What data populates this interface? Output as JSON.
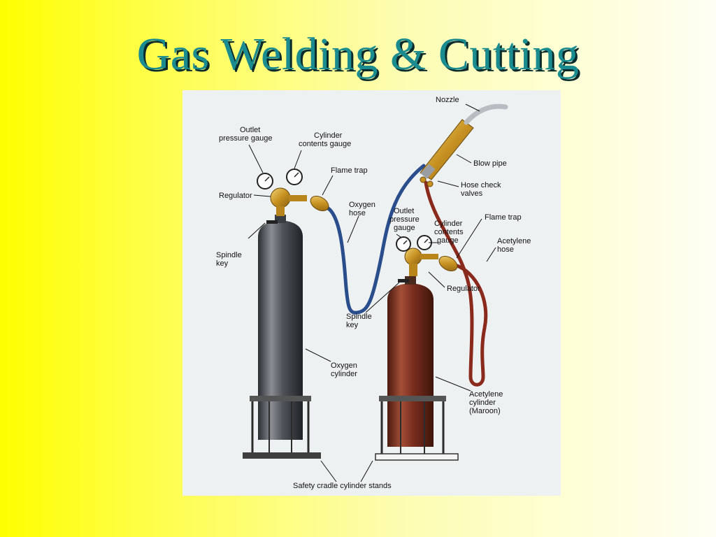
{
  "slide": {
    "title": "Gas Welding & Cutting",
    "marker": "*",
    "colors": {
      "title": "#1a8c8f",
      "title_shadow": "#0b2a2b",
      "marker": "#d80000",
      "oxygen_cylinder": "#4a4d52",
      "acetylene_cylinder": "#7a2e1e",
      "oxygen_hose": "#2a4d8c",
      "acetylene_hose": "#8a2a1c",
      "brass": "#d7a62d"
    }
  },
  "diagram": {
    "labels": {
      "nozzle": "Nozzle",
      "blow_pipe": "Blow pipe",
      "hose_check_valves_1": "Hose check",
      "hose_check_valves_2": "valves",
      "flame_trap_right": "Flame trap",
      "acetylene_hose_1": "Acetylene",
      "acetylene_hose_2": "hose",
      "outlet_gauge_left_1": "Outlet",
      "outlet_gauge_left_2": "pressure gauge",
      "contents_gauge_left_1": "Cylinder",
      "contents_gauge_left_2": "contents gauge",
      "flame_trap_left": "Flame trap",
      "regulator_left": "Regulator",
      "oxygen_hose_1": "Oxygen",
      "oxygen_hose_2": "hose",
      "outlet_gauge_right_1": "Outlet",
      "outlet_gauge_right_2": "pressure",
      "outlet_gauge_right_3": "gauge",
      "contents_gauge_right_1": "Cylinder",
      "contents_gauge_right_2": "contents",
      "contents_gauge_right_3": "gauge",
      "spindle_key_left_1": "Spindle",
      "spindle_key_left_2": "key",
      "regulator_right": "Regulator",
      "spindle_key_right_1": "Spindle",
      "spindle_key_right_2": "key",
      "oxygen_cylinder_1": "Oxygen",
      "oxygen_cylinder_2": "cylinder",
      "acetylene_cylinder_1": "Acetylene",
      "acetylene_cylinder_2": "cylinder",
      "acetylene_cylinder_3": "(Maroon)",
      "cradle": "Safety cradle cylinder stands"
    }
  }
}
